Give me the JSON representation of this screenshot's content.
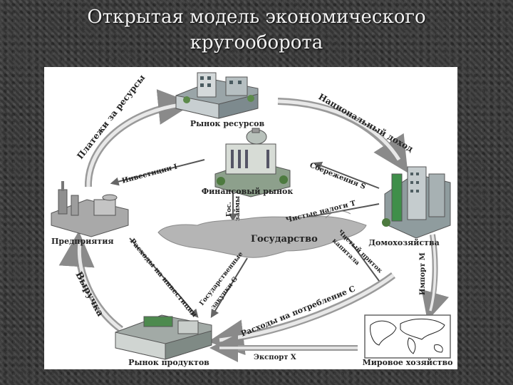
{
  "title": {
    "line1": "Открытая модель экономического",
    "line2": "кругооборота"
  },
  "nodes": {
    "resource_market": "Рынок ресурсов",
    "financial_market": "Финансовый рынок",
    "enterprises": "Предприятия",
    "households": "Домохозяйства",
    "state": "Государство",
    "product_market": "Рынок продуктов",
    "world_economy": "Мировое хозяйство"
  },
  "flows": {
    "resource_payments": "Платежи за ресурсы",
    "national_income": "Национальный доход",
    "investments": "Инвестиции I",
    "savings": "Сбережения S",
    "gov_loans_1": "Гос.",
    "gov_loans_2": "займы",
    "net_taxes": "Чистые налоги T",
    "investment_spending": "Расходы на инвестиции",
    "gov_purchases_1": "Государственные",
    "gov_purchases_2": "закупки G",
    "net_capital_1": "Чистый приток",
    "net_capital_2": "капитала",
    "import": "Импорт М",
    "revenue": "Выручка",
    "consumption": "Расходы на потребление С",
    "export": "Экспорт X"
  }
}
